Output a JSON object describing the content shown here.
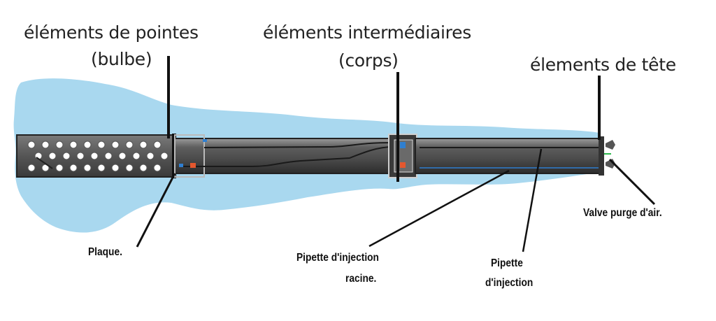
{
  "labels": {
    "tip_elements": "éléments de pointes",
    "tip_sub": "(bulbe)",
    "mid_elements": "éléments intermédiaires",
    "mid_sub": "(corps)",
    "head_elements": "élements de tête",
    "plate": "Plaque.",
    "root_pipe_line1": "Pipette d'injection",
    "root_pipe_line2": "racine.",
    "inj_pipe_line1": "Pipette",
    "inj_pipe_line2": "d'injection",
    "air_valve": "Valve purge d'air."
  },
  "colors": {
    "soil_blue": "#a9d8ef",
    "tube_dark": "#3b3b3b",
    "tube_mid": "#6e6e6e",
    "line_black": "#111111",
    "accent_orange": "#e4572e",
    "accent_blue": "#2f7fd0"
  }
}
